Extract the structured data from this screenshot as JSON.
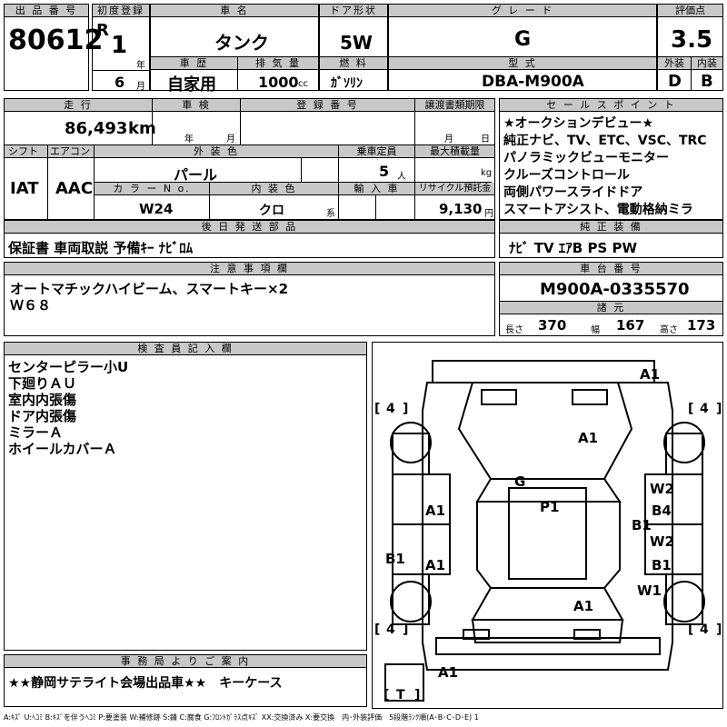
{
  "header": {
    "lot_number_label": "出 品 番 号",
    "lot_number": "80612",
    "first_reg_label": "初度登録",
    "era": "R",
    "reg_year": "1",
    "year_unit": "年",
    "reg_month": "6",
    "month_unit": "月",
    "car_name_label": "車 名",
    "car_name": "タンク",
    "door_label": "ドア形状",
    "door": "5W",
    "grade_label": "グ レ ー ド",
    "grade": "G",
    "score_label": "評価点",
    "score": "3.5",
    "history_label": "車 歴",
    "history": "自家用",
    "displacement_label": "排 気 量",
    "displacement": "1000",
    "displacement_unit": "cc",
    "fuel_label": "燃 料",
    "fuel": "ｶﾞｿﾘﾝ",
    "model_label": "型 式",
    "model": "DBA-M900A",
    "exterior_label": "外装",
    "exterior_grade": "D",
    "interior_label": "内装",
    "interior_grade": "B"
  },
  "row2": {
    "mileage_label": "走 行",
    "mileage": "86,493",
    "mileage_unit": "km",
    "inspection_label": "車 検",
    "inspection_year_unit": "年",
    "inspection_month_unit": "月",
    "plate_label": "登 録 番 号",
    "transfer_label": "譲渡書類期限",
    "transfer_month_unit": "月",
    "transfer_day_unit": "日",
    "shift_label": "シフト",
    "shift": "IAT",
    "ac_label": "エアコン",
    "ac": "AAC",
    "color_label": "外 装 色",
    "color": "パール",
    "capacity_label": "乗車定員",
    "capacity": "5",
    "capacity_unit": "人",
    "load_label": "最大積載量",
    "load_unit": "kg",
    "color_no_label": "カ ラ ー N o.",
    "color_no": "W24",
    "interior_color_label": "内 装 色",
    "interior_color": "クロ",
    "interior_color_unit": "系",
    "import_label": "輸 入 車",
    "recycle_label": "リサイクル預託金",
    "recycle": "9,130",
    "recycle_unit": "円"
  },
  "sales_points": {
    "label": "セ ー ル ス ポ イ ン ト",
    "lines": [
      "★オークションデビュー★",
      "純正ナビ、TV、ETC、VSC、TRC",
      "パノラミックビューモニター",
      "クルーズコントロール",
      "両側パワースライドドア",
      "スマートアシスト、電動格納ミラ"
    ]
  },
  "later_parts": {
    "label": "後 日 発 送 部 品",
    "text": "保証書 車両取説 予備ｷｰ ﾅﾋﾞﾛﾑ"
  },
  "equipment": {
    "label": "純 正 装 備",
    "text": "ﾅﾋﾞ TV ｴｱB PS PW"
  },
  "notes": {
    "label": "注 意 事 項 欄",
    "lines": [
      "オートマチックハイビーム、スマートキー×2",
      "Ｗ６８"
    ]
  },
  "chassis": {
    "label": "車 台 番 号",
    "value": "M900A-0335570",
    "spec_label": "諸 元",
    "length_label": "長さ",
    "length": "370",
    "width_label": "幅",
    "width": "167",
    "height_label": "高さ",
    "height": "173"
  },
  "inspector": {
    "label": "検 査 員 記 入 欄",
    "lines": [
      "センターピラー小U",
      "下廻りＡＵ",
      "室内内張傷",
      "ドア内張傷",
      "ミラーＡ",
      "ホイールカバーＡ"
    ]
  },
  "diagram": {
    "marks": {
      "a1_top": "A1",
      "a1_hood": "A1",
      "g_glass": "G",
      "p1_roof": "P1",
      "a1_left_front": "A1",
      "a1_left_rear": "A1",
      "b1_left": "B1",
      "w2_right_front": "W2",
      "b4_right": "B4",
      "b1_right_mid": "B1",
      "w2_right_rear": "W2",
      "b1_right_rear": "B1",
      "w1_right": "W1",
      "a1_back": "A1",
      "a1_bottom": "A1"
    },
    "tires": {
      "front_left": "4",
      "front_right": "4",
      "rear_left": "4",
      "rear_right": "4",
      "spare": "T"
    }
  },
  "office": {
    "label": "事 務 局 よ り ご 案 内",
    "text": "★★静岡サテライト会場出品車★★　キーケース"
  },
  "legend": "A:ｷｽﾞ U:ﾍｺﾐ B:ｷｽﾞを伴うﾍｺﾐ P:要塗装 W:補修跡 S:錆 C:腐食 G:ﾌﾛﾝﾄｶﾞﾗｽ点ｷｽﾞ XX:交換済み X:要交換　内･外装評価　5段階ﾗﾝｸ順(A･B･C･D･E) 1"
}
